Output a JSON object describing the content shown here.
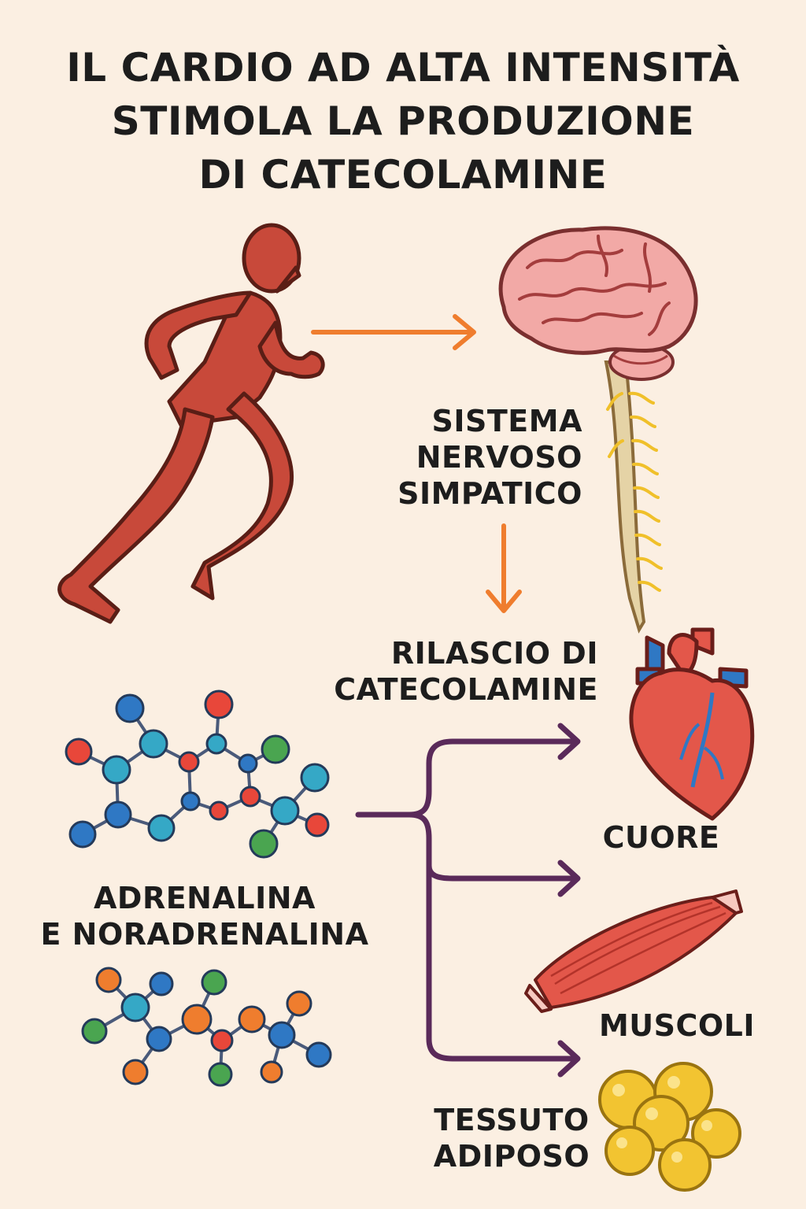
{
  "title": {
    "line1": "IL CARDIO AD ALTA INTENSITÀ",
    "line2": "STIMOLA LA PRODUZIONE",
    "line3": "DI CATECOLAMINE"
  },
  "nervous_system": {
    "line1": "SISTEMA",
    "line2": "NERVOSO",
    "line3": "SIMPATICO"
  },
  "release": {
    "line1": "RILASCIO DI",
    "line2": "CATECOLAMINE"
  },
  "hormones": {
    "line1": "ADRENALINA",
    "line2": "E NORADRENALINA"
  },
  "targets": {
    "heart": "CUORE",
    "muscles": "MUSCOLI",
    "fat_line1": "TESSUTO",
    "fat_line2": "ADIPOSO"
  },
  "colors": {
    "background": "#fbefe2",
    "runner": "#c8493a",
    "arrow_orange": "#ef7d2e",
    "arrow_purple": "#5a2a5a",
    "brain": "#f2a9a6",
    "heart": "#e3574a",
    "fat": "#f2c431"
  },
  "icons": [
    "runner-icon",
    "brain-icon",
    "spinal-cord-icon",
    "molecule-icon",
    "heart-icon",
    "muscle-icon",
    "fat-cells-icon"
  ]
}
